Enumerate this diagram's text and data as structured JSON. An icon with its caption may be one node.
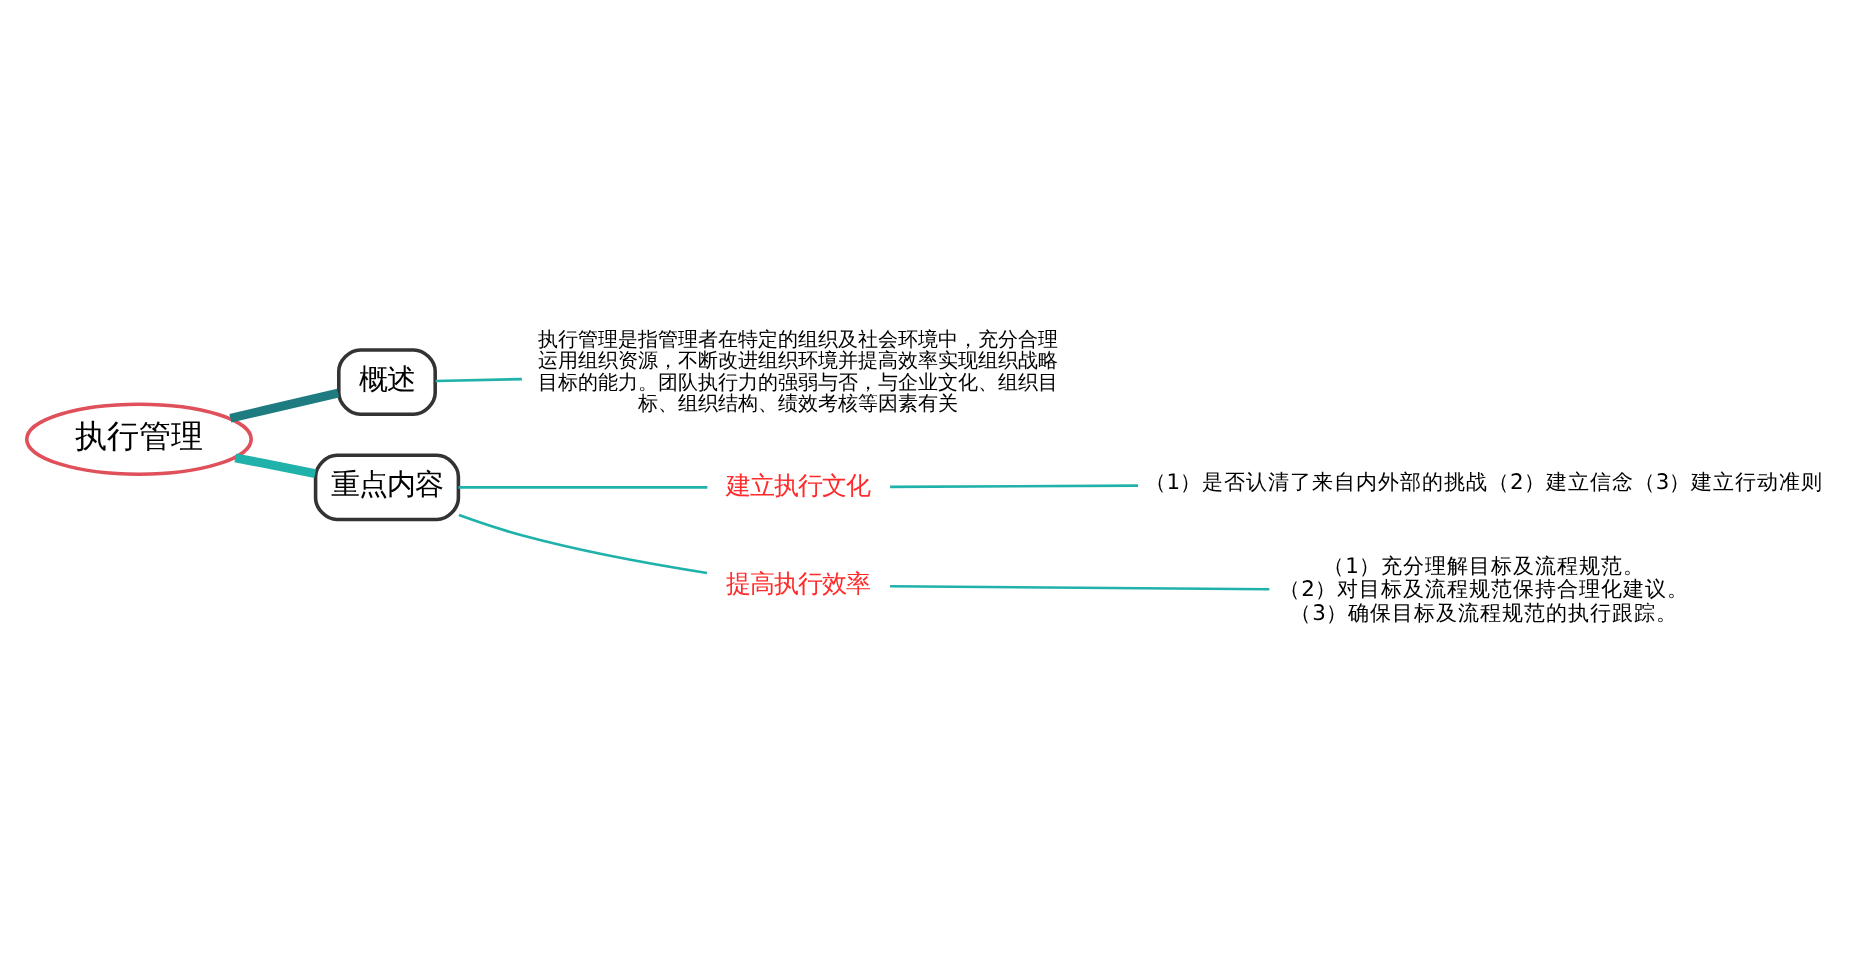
{
  "diagram": {
    "nodes": [
      {
        "text": [
          "执行管理"
        ]
      },
      {
        "text": [
          "概述"
        ]
      },
      {
        "text": [
          "执行管理是指管理者在特定的组织及社会环境中，充分合理运用组织资源，不断改进组织环境并提高效率实现组织战略目标的能力。团队执行力的强弱与否，与企业文化、组织目标、组织结构、绩效考核等因素有关"
        ]
      },
      {
        "text": [
          "重点内容"
        ]
      },
      {
        "text": [
          "建立执行文化"
        ]
      },
      {
        "text": [
          "（1）是否认清了来自内外部的挑战（2）建立信念（3）建立行动准则"
        ]
      },
      {
        "text": [
          "提高执行效率"
        ]
      },
      {
        "text": [
          "（1）充分理解目标及流程规范。",
          "（2）对目标及流程规范保持合理化建议。",
          "（3）确保目标及流程规范的执行跟踪。"
        ]
      }
    ],
    "edges": [
      {
        "from": 0,
        "to": 1,
        "arrow": "none",
        "style": "thick",
        "color": "#1e7b80"
      },
      {
        "from": 1,
        "to": 2,
        "arrow": "none"
      },
      {
        "from": 0,
        "to": 3,
        "arrow": "none",
        "style": "thick"
      },
      {
        "from": 3,
        "to": 4,
        "arrow": "none"
      },
      {
        "from": 4,
        "to": 5,
        "arrow": "none"
      },
      {
        "from": 3,
        "to": 6,
        "arrow": "none"
      },
      {
        "from": 6,
        "to": 7,
        "arrow": "none"
      }
    ]
  }
}
